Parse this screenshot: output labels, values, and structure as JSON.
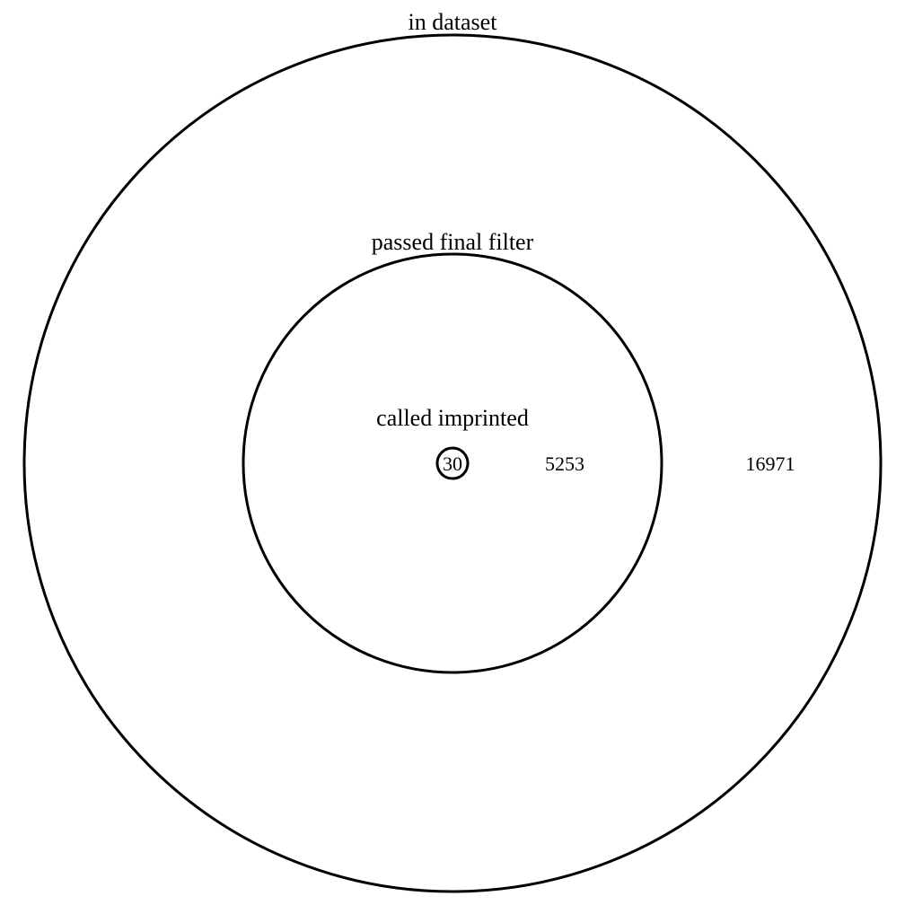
{
  "diagram": {
    "type": "nested-euler",
    "sets": [
      {
        "label": "in dataset",
        "count": "16971"
      },
      {
        "label": "passed final filter",
        "count": "5253"
      },
      {
        "label": "called imprinted",
        "count": "30"
      }
    ]
  }
}
